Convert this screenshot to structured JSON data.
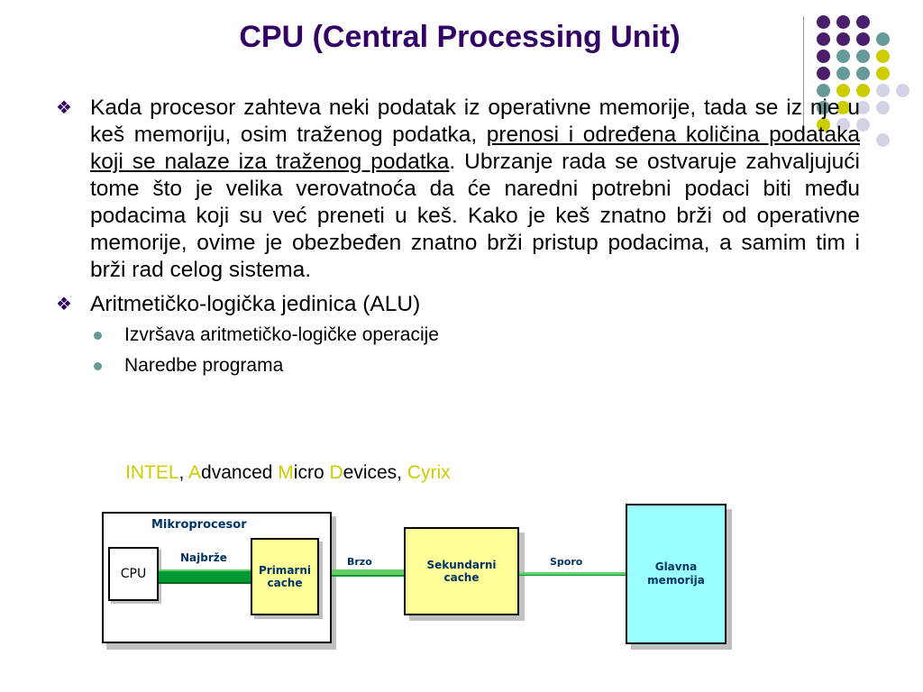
{
  "slide": {
    "title": "CPU (Central Processing Unit)"
  },
  "bullets": {
    "b1_mark": "❖",
    "b1_text_a": "Kada procesor zahteva neki podatak iz operativne memorije, tada se iz nje u keš memoriju, osim traženog podatka, ",
    "b1_text_underlined": "prenosi i određena količina podataka koji se nalaze iza traženog podatka",
    "b1_text_b": ". Ubrzanje rada se ostvaruje zahvaljujući tome što je velika verovatnoća da će naredni potrebni podaci biti među podacima koji su već preneti u keš. Kako je keš znatno brži od operativne memorije, ovime je obezbeđen znatno brži pristup podacima, a samim tim i brži rad celog sistema.",
    "b2_mark": "❖",
    "b2_text": "Aritmetičko-logička jedinica (ALU)",
    "sub": [
      "Izvršava aritmetičko-logičke operacije",
      "Naredbe programa"
    ]
  },
  "vendors": {
    "intel": "INTEL",
    "comma1": ", ",
    "a": "A",
    "dvanced": "dvanced ",
    "m": "M",
    "icro": "icro ",
    "d": "D",
    "evices": "evices",
    "comma2": ", ",
    "cyrix": "Cyrix"
  },
  "diagram": {
    "mikroprocesor": "Mikroprocesor",
    "cpu": "CPU",
    "najbrze": "Najbrže",
    "primarni_1": "Primarni",
    "primarni_2": "cache",
    "brzo": "Brzo",
    "sekundarni_1": "Sekundarni",
    "sekundarni_2": "cache",
    "sporo": "Sporo",
    "glavna_1": "Glavna",
    "glavna_2": "memorija"
  },
  "colors": {
    "title": "#330066",
    "purple_dot": "#4b1e6b",
    "teal_dot": "#669999",
    "yellow_dot": "#cccc00",
    "lavender_dot": "#d3d3e6",
    "cache_fill": "#ffff99",
    "memory_fill": "#99ffff",
    "bus_green": "#009933"
  }
}
